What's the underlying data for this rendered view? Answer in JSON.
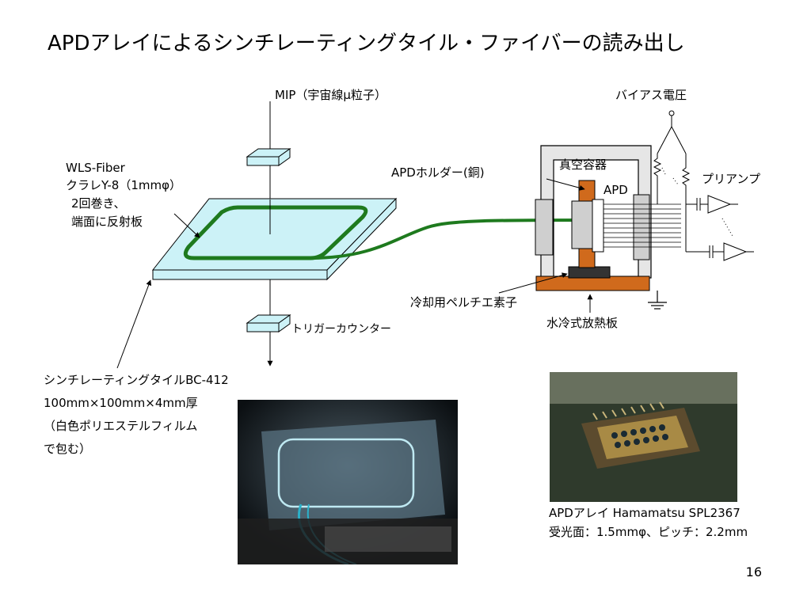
{
  "title": "APDアレイによるシンチレーティングタイル・ファイバーの読み出し",
  "labels": {
    "mip": "MIP（宇宙線μ粒子）",
    "wls_line1": "WLS-Fiber",
    "wls_line2": "クラレY-8（1mmφ）",
    "wls_line3": "2回巻き、",
    "wls_line4": "端面に反射板",
    "bias": "バイアス電圧",
    "apd_holder": "APDホルダー(銅)",
    "vacuum": "真空容器",
    "apd": "APD",
    "preamp": "プリアンプ",
    "peltier": "冷却用ペルチエ素子",
    "heatsink": "水冷式放熱板",
    "trigger": "トリガーカウンター",
    "tile_line1": "シンチレーティングタイルBC-412",
    "tile_line2": "100mm×100mm×4mm厚",
    "tile_line3": "（白色ポリエステルフィルム",
    "tile_line4": "で包む）",
    "apd_caption1": "APDアレイ Hamamatsu SPL2367",
    "apd_caption2": "受光面：1.5mmφ、ピッチ：2.2mm"
  },
  "page_number": "16",
  "colors": {
    "fiber": "#1e7a1e",
    "tile": "#ccf2f7",
    "copper": "#d06a1c",
    "vacuum_wall": "#e6e6e6"
  }
}
